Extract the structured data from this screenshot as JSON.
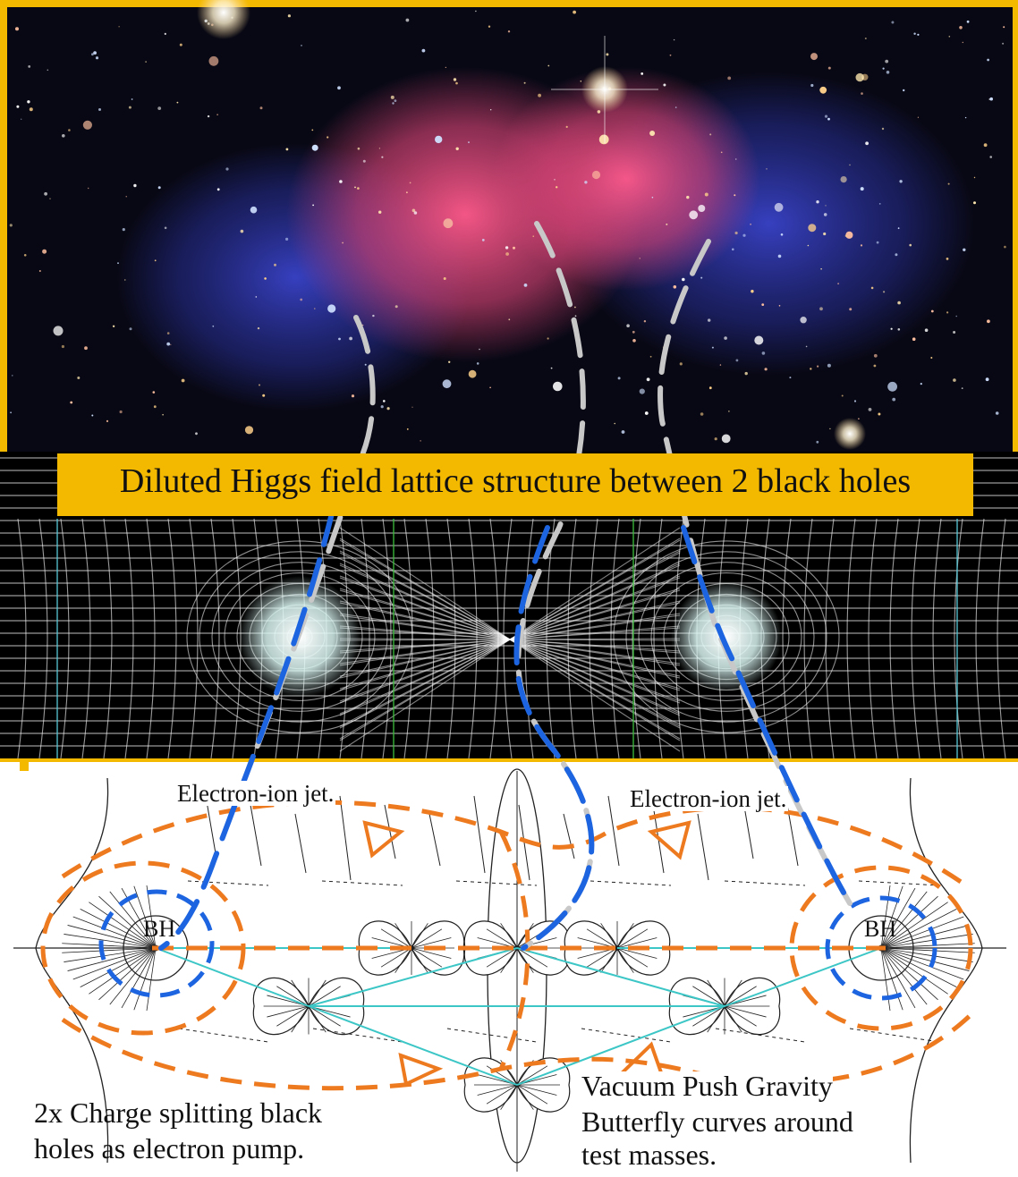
{
  "banner": {
    "title": "Diluted Higgs field lattice structure between 2 black holes"
  },
  "diagram": {
    "jet_left": "Electron-ion jet.",
    "jet_right": "Electron-ion jet.",
    "bh_left": "BH",
    "bh_right": "BH",
    "caption_left": [
      "2x Charge splitting black",
      "holes as electron pump."
    ],
    "caption_right": [
      "Vacuum Push Gravity",
      "Butterfly curves around",
      "test masses."
    ]
  },
  "colors": {
    "frame": "#f3b800",
    "orange_dash": "#ee7a1f",
    "blue_dash": "#1c64e0",
    "grey_dash": "#c8c8c8",
    "cyan_line": "#3cc6c6",
    "green_line": "#3cbf3c",
    "space_pink": "#ff5a8c",
    "space_blue": "#3c46d2"
  }
}
